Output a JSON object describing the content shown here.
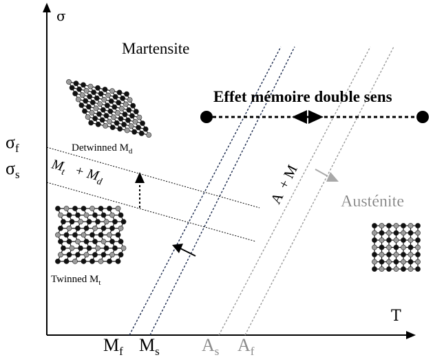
{
  "axes": {
    "y_label": "σ",
    "x_label": "T"
  },
  "y_ticks": [
    {
      "base": "σ",
      "sub": "f"
    },
    {
      "base": "σ",
      "sub": "s"
    }
  ],
  "x_ticks": [
    {
      "base": "M",
      "sub": "f",
      "color": "#000000"
    },
    {
      "base": "M",
      "sub": "s",
      "color": "#000000"
    },
    {
      "base": "A",
      "sub": "s",
      "color": "#8a8a8a"
    },
    {
      "base": "A",
      "sub": "f",
      "color": "#8a8a8a"
    }
  ],
  "regions": {
    "martensite": "Martensite",
    "austenite": "Austénite",
    "mixed_am": "A  + M",
    "mixed_mt_md": {
      "m1": "M",
      "s1": "t",
      "plus": "+ M",
      "s2": "d"
    }
  },
  "lattices": {
    "detwinned": {
      "label_base": "Detwinned M",
      "label_sub": "d"
    },
    "twinned": {
      "label_base": "Twinned M",
      "label_sub": "t"
    },
    "austenite": {
      "label_base": "",
      "label_sub": ""
    }
  },
  "annotation": "Effet mémoire double sens",
  "colors": {
    "black": "#000000",
    "grey_line": "#9a9a9a",
    "austenite_text": "#7a7a7a",
    "atom_grey": "#9c9c9c",
    "dark_blue": "#2c3e6a"
  }
}
